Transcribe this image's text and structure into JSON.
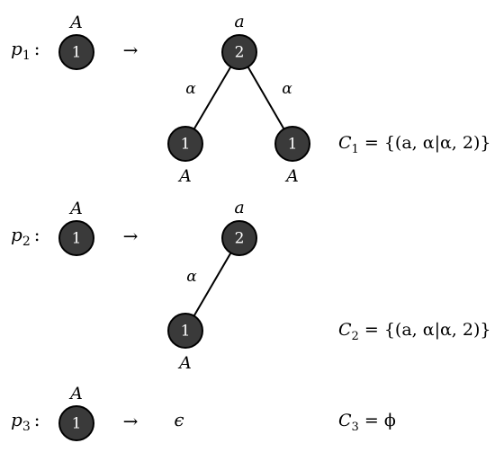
{
  "productions": [
    {
      "id": "p1",
      "label_main": "p",
      "label_sub": "1",
      "lhs": {
        "node": "1",
        "label": "A"
      },
      "arrow": "→",
      "rhs_nodes": [
        {
          "key": "root",
          "text": "2",
          "label": "a",
          "label_pos": "above"
        },
        {
          "key": "left",
          "text": "1",
          "label": "A",
          "label_pos": "below"
        },
        {
          "key": "right",
          "text": "1",
          "label": "A",
          "label_pos": "below"
        }
      ],
      "rhs_edges": [
        {
          "from": "root",
          "to": "left",
          "label": "α"
        },
        {
          "from": "root",
          "to": "right",
          "label": "α"
        }
      ],
      "constraint": {
        "main": "C",
        "sub": "1",
        "rest": " = {(a, α|α, 2)}"
      }
    },
    {
      "id": "p2",
      "label_main": "p",
      "label_sub": "2",
      "lhs": {
        "node": "1",
        "label": "A"
      },
      "arrow": "→",
      "rhs_nodes": [
        {
          "key": "root",
          "text": "2",
          "label": "a",
          "label_pos": "above"
        },
        {
          "key": "left",
          "text": "1",
          "label": "A",
          "label_pos": "below"
        }
      ],
      "rhs_edges": [
        {
          "from": "root",
          "to": "left",
          "label": "α"
        }
      ],
      "constraint": {
        "main": "C",
        "sub": "2",
        "rest": " = {(a, α|α, 2)}"
      }
    },
    {
      "id": "p3",
      "label_main": "p",
      "label_sub": "3",
      "lhs": {
        "node": "1",
        "label": "A"
      },
      "arrow": "→",
      "rhs_text": "ϵ",
      "rhs_nodes": [],
      "rhs_edges": [],
      "constraint": {
        "main": "C",
        "sub": "3",
        "rest": " = ϕ"
      }
    }
  ],
  "colors": {
    "node_fill": "#3a3a3a",
    "node_stroke": "#000000",
    "node_text": "#ffffff",
    "edge": "#000000",
    "text": "#000000"
  }
}
